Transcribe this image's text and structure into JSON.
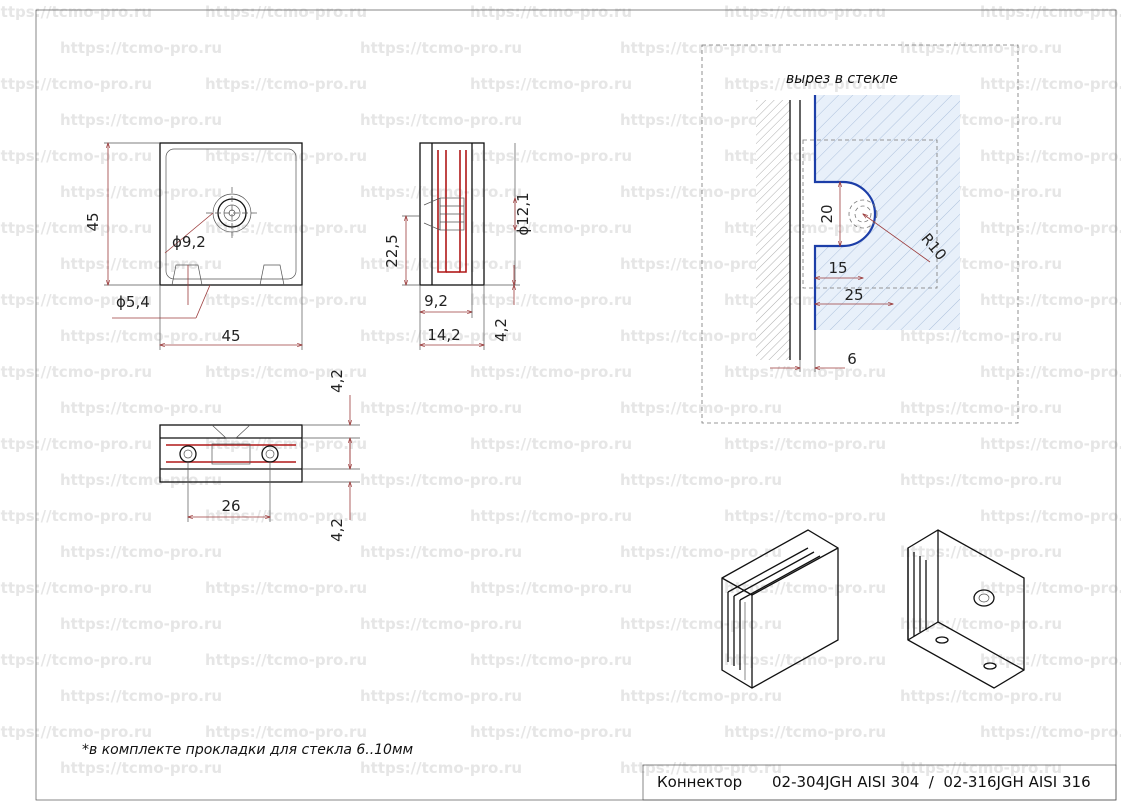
{
  "watermark": "https://tcmo-pro.ru",
  "front_view": {
    "width_dim": "45",
    "height_dim": "45",
    "hole_dim": "ϕ9,2",
    "small_hole_dim": "ϕ5,4"
  },
  "side_view": {
    "dia_dim": "ϕ12,1",
    "height_dim": "22,5",
    "inner_dim": "9,2",
    "width_dim": "14,2",
    "wall_dim": "4,2"
  },
  "bottom_view": {
    "spacing_dim": "26",
    "top_wall_dim": "4,2",
    "bottom_wall_dim": "4,2"
  },
  "cutout": {
    "title": "вырез в стекле",
    "height_dim": "20",
    "radius_dim": "R10",
    "depth_dim": "15",
    "offset_dim": "25",
    "gap_dim": "6"
  },
  "note": "*в комплекте прокладки для стекла 6..10мм",
  "title_block": {
    "name": "Коннектор",
    "code": "02-304JGH AISI 304  /  02-316JGH AISI 316"
  }
}
